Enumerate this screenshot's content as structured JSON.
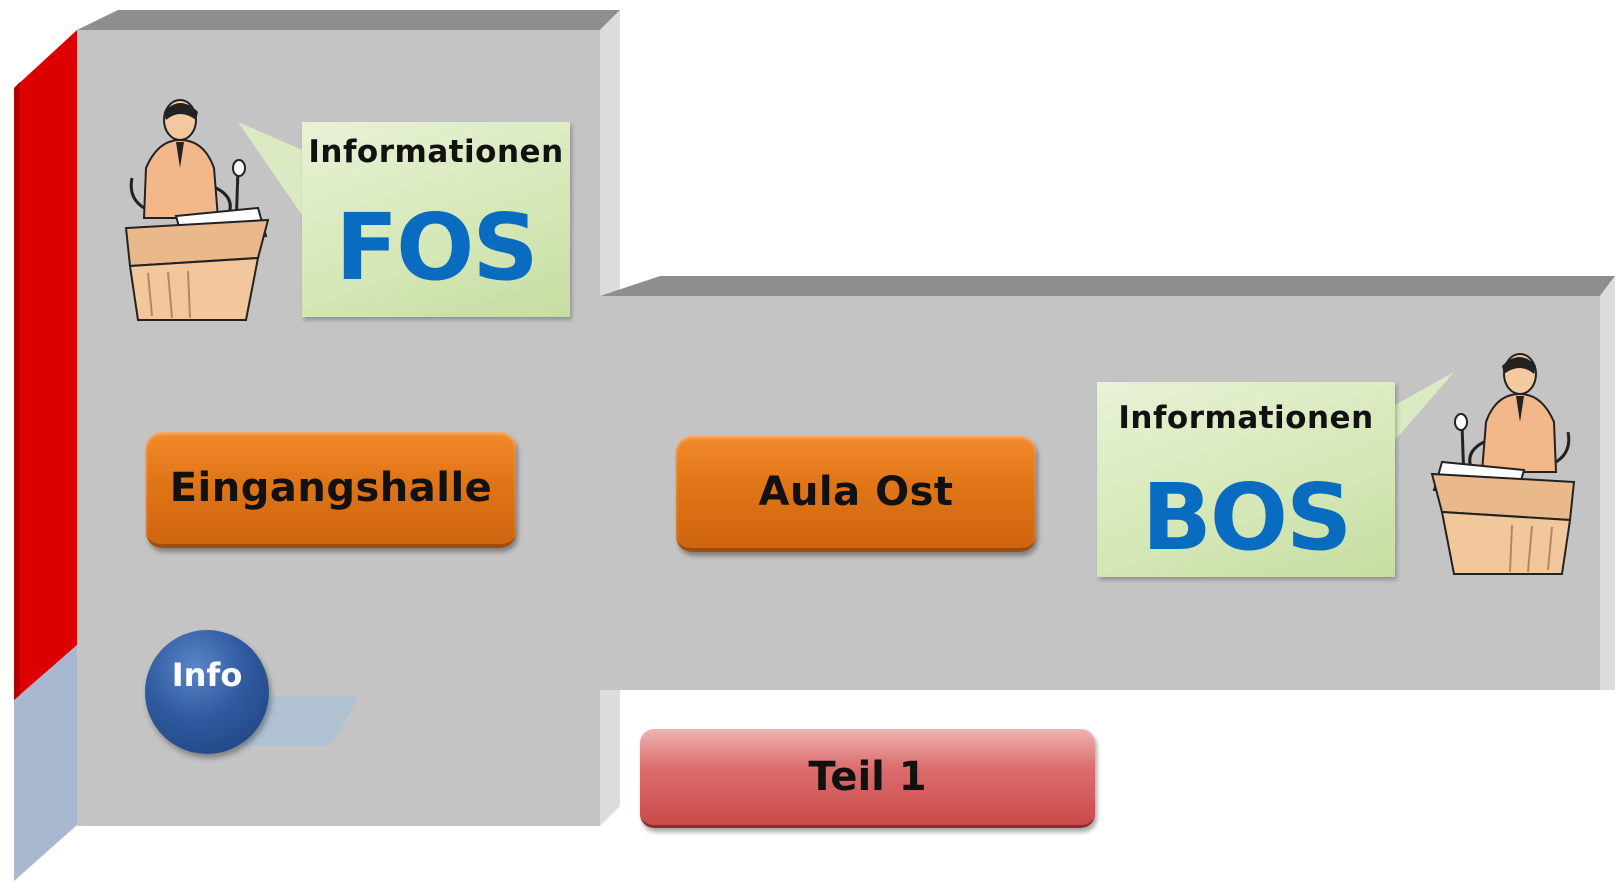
{
  "fos_callout": {
    "title": "Informationen",
    "code": "FOS"
  },
  "bos_callout": {
    "title": "Informationen",
    "code": "BOS"
  },
  "buttons": {
    "eingangshalle": "Eingangshalle",
    "aula_ost": "Aula Ost",
    "teil": "Teil 1",
    "info": "Info"
  },
  "colors": {
    "wall": "#c4c4c4",
    "wall_top": "#8e8e8e",
    "red_edge": "#dd0000",
    "blue_edge": "#a8b8d0",
    "orange": "#e07517",
    "callout_green": "#d6e8b8",
    "code_blue": "#0a6cc0"
  },
  "icons": [
    "speaker-podium-icon",
    "speaker-podium-icon"
  ]
}
